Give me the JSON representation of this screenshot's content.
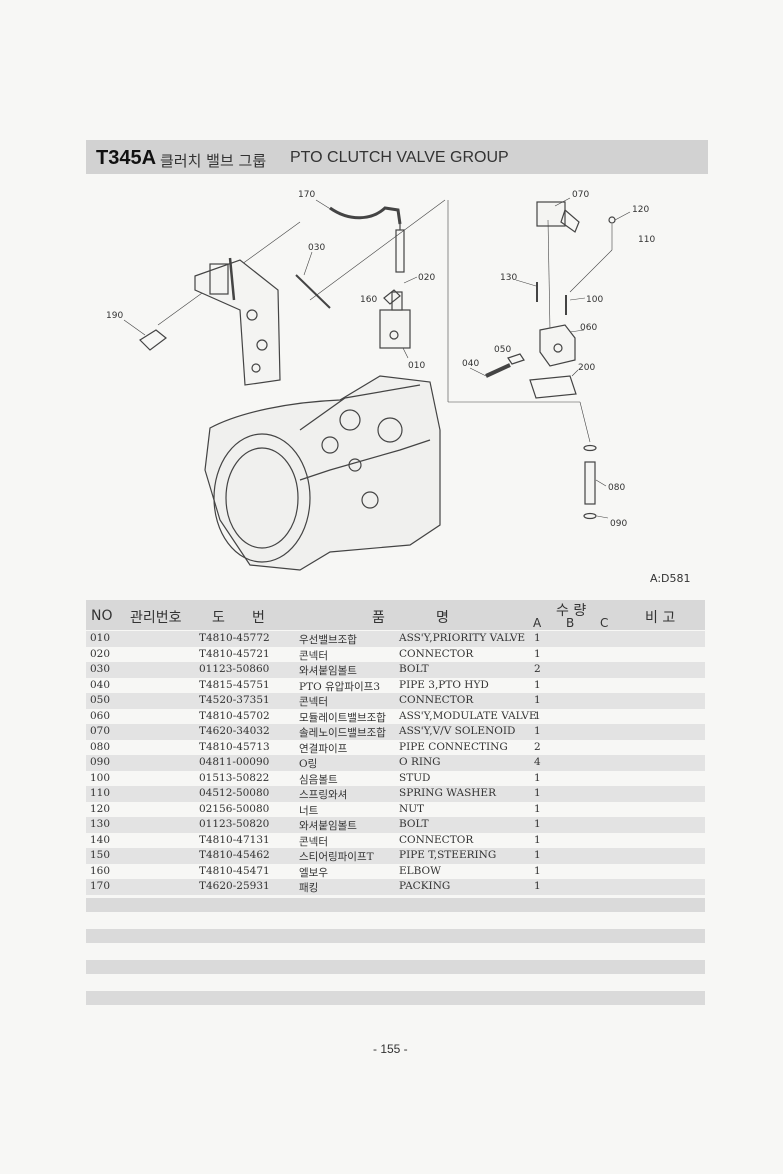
{
  "title": {
    "code": "T345A",
    "korean": "클러치 밸브 그룹",
    "english": "PTO CLUTCH VALVE GROUP"
  },
  "diagram": {
    "callouts": [
      "170",
      "030",
      "020",
      "160",
      "190",
      "010",
      "070",
      "120",
      "110",
      "130",
      "100",
      "060",
      "050",
      "040",
      "200",
      "080",
      "090"
    ],
    "reference": "A:D581"
  },
  "table": {
    "headers": {
      "no": "NO",
      "mgmt": "관리번호",
      "do": "도",
      "beon": "번",
      "pum": "품",
      "myeong": "명",
      "qty": "수 량",
      "a": "A",
      "b": "B",
      "c": "C",
      "remark": "비 고"
    },
    "rows": [
      {
        "no": "010",
        "part": "T4810-45772",
        "ko": "우선밸브조합",
        "en": "ASS'Y,PRIORITY VALVE",
        "qty": "1"
      },
      {
        "no": "020",
        "part": "T4810-45721",
        "ko": "콘넥터",
        "en": "CONNECTOR",
        "qty": "1"
      },
      {
        "no": "030",
        "part": "01123-50860",
        "ko": "와셔붙임볼트",
        "en": "BOLT",
        "qty": "2"
      },
      {
        "no": "040",
        "part": "T4815-45751",
        "ko": "PTO 유압파이프3",
        "en": "PIPE 3,PTO HYD",
        "qty": "1"
      },
      {
        "no": "050",
        "part": "T4520-37351",
        "ko": "콘넥터",
        "en": "CONNECTOR",
        "qty": "1"
      },
      {
        "no": "060",
        "part": "T4810-45702",
        "ko": "모듈레이트밸브조합",
        "en": "ASS'Y,MODULATE VALVE",
        "qty": "1"
      },
      {
        "no": "070",
        "part": "T4620-34032",
        "ko": "솔레노이드밸브조합",
        "en": "ASS'Y,V/V SOLENOID",
        "qty": "1"
      },
      {
        "no": "080",
        "part": "T4810-45713",
        "ko": "연결파이프",
        "en": "PIPE CONNECTING",
        "qty": "2"
      },
      {
        "no": "090",
        "part": "04811-00090",
        "ko": "O링",
        "en": "O RING",
        "qty": "4"
      },
      {
        "no": "100",
        "part": "01513-50822",
        "ko": "심음볼트",
        "en": "STUD",
        "qty": "1"
      },
      {
        "no": "110",
        "part": "04512-50080",
        "ko": "스프링와셔",
        "en": "SPRING WASHER",
        "qty": "1"
      },
      {
        "no": "120",
        "part": "02156-50080",
        "ko": "너트",
        "en": "NUT",
        "qty": "1"
      },
      {
        "no": "130",
        "part": "01123-50820",
        "ko": "와셔붙임볼트",
        "en": "BOLT",
        "qty": "1"
      },
      {
        "no": "140",
        "part": "T4810-47131",
        "ko": "콘넥터",
        "en": "CONNECTOR",
        "qty": "1"
      },
      {
        "no": "150",
        "part": "T4810-45462",
        "ko": "스티어링파이프T",
        "en": "PIPE T,STEERING",
        "qty": "1"
      },
      {
        "no": "160",
        "part": "T4810-45471",
        "ko": "엘보우",
        "en": "ELBOW",
        "qty": "1"
      },
      {
        "no": "170",
        "part": "T4620-25931",
        "ko": "패킹",
        "en": "PACKING",
        "qty": "1"
      }
    ]
  },
  "page": {
    "number": "- 155 -"
  }
}
